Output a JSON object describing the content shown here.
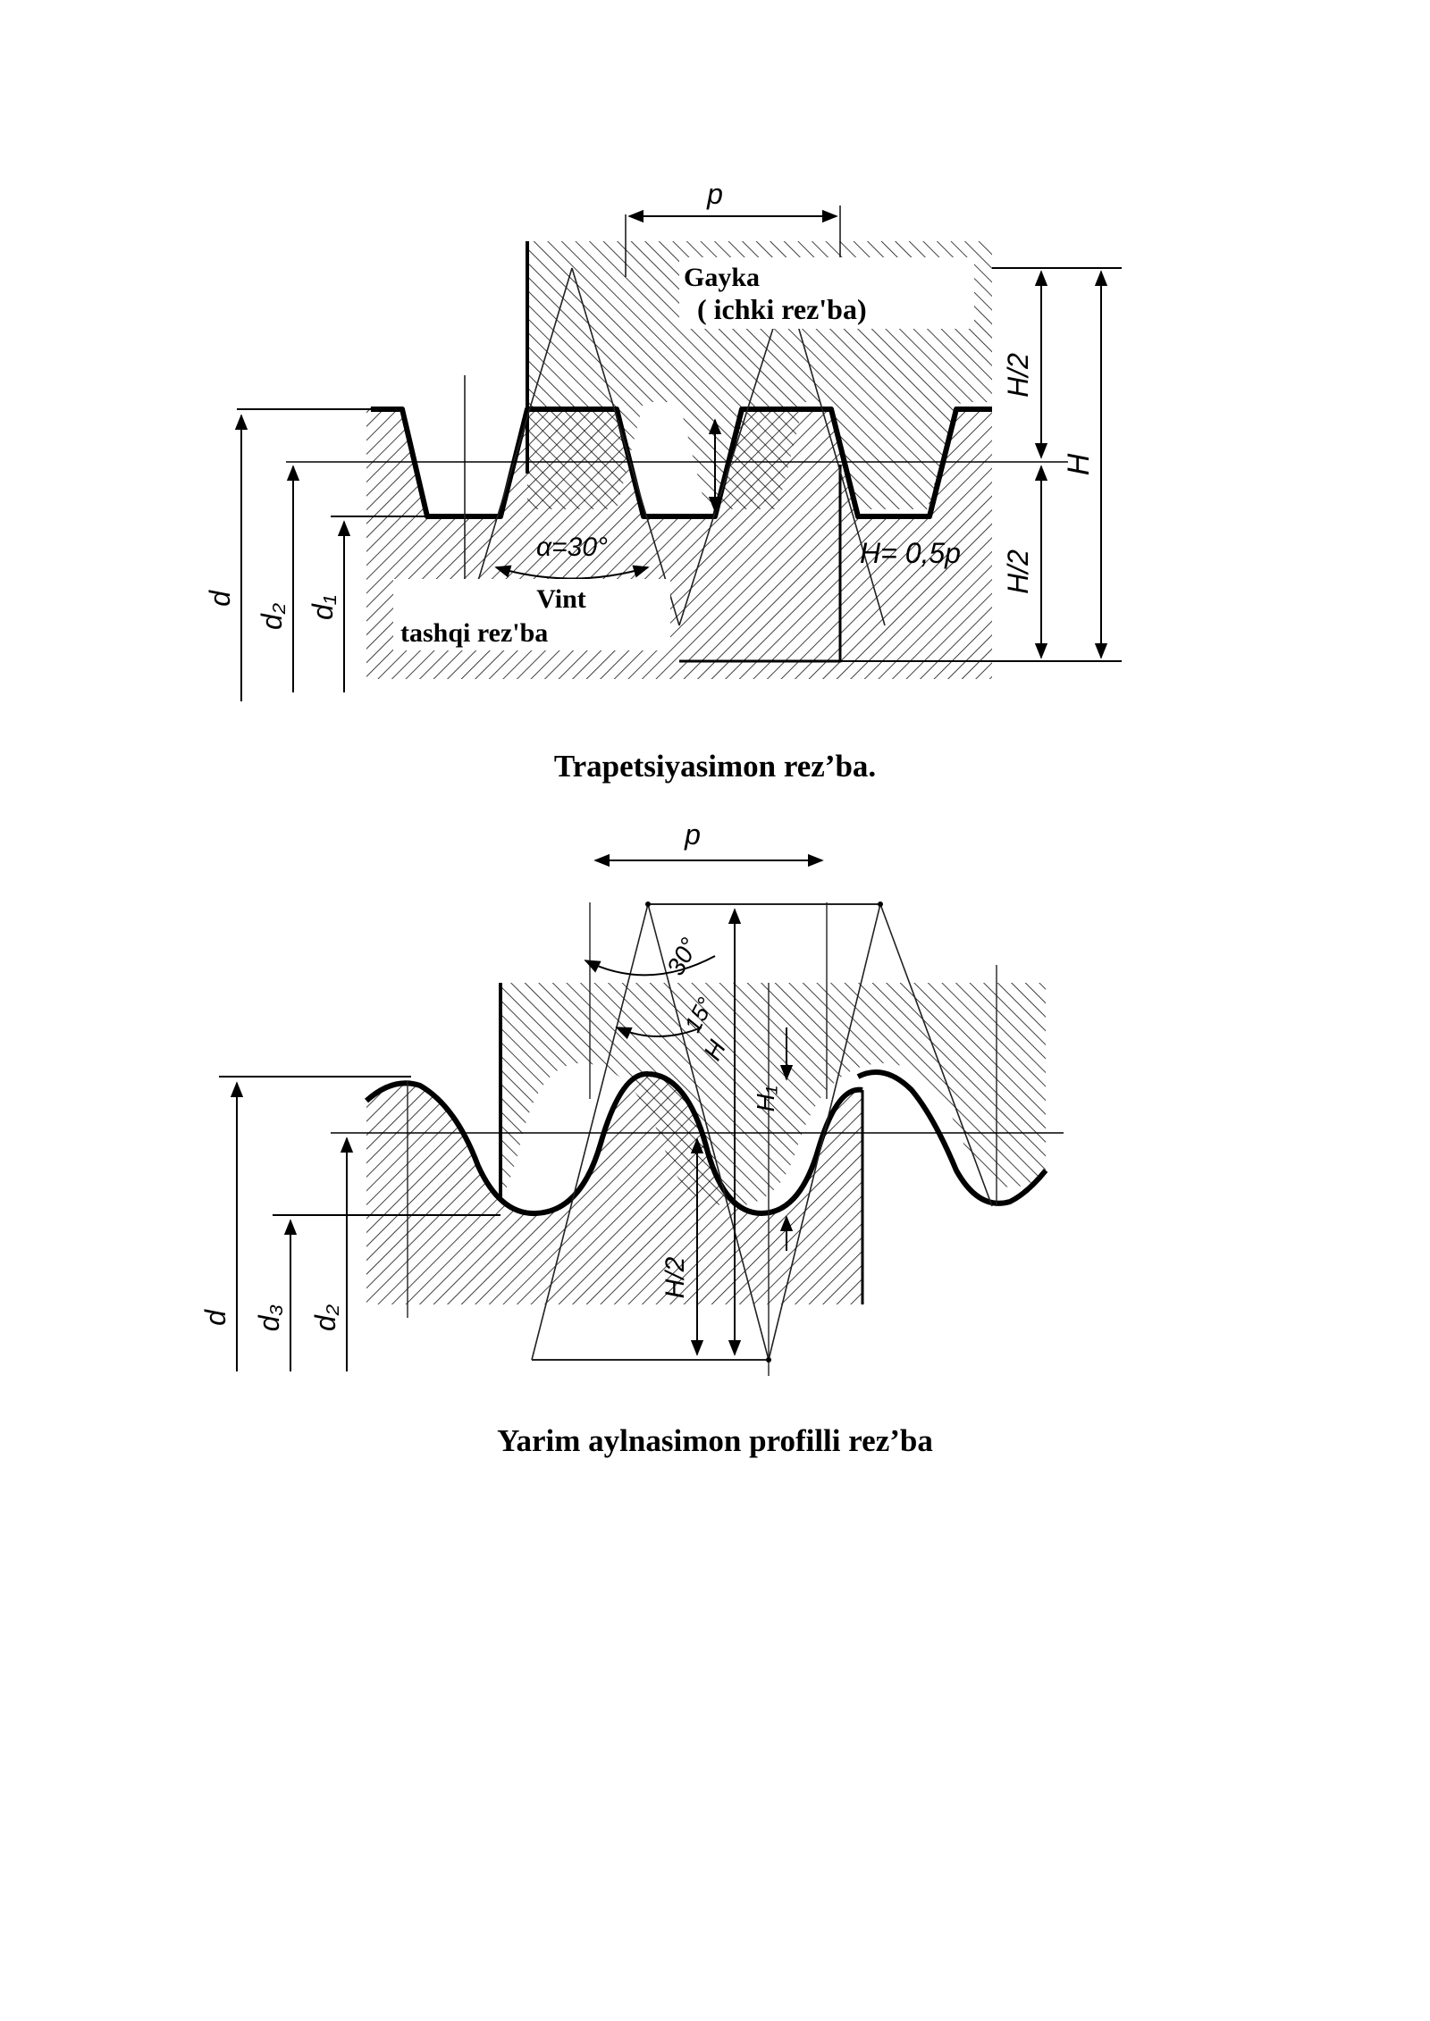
{
  "figure1": {
    "label_nut": "Gayka",
    "label_nut_sub": "( ichki rez'ba)",
    "label_screw": "Vint",
    "label_screw_sub": "tashqi rez'ba",
    "pitch": "p",
    "angle": "α=30°",
    "height_formula": "H= 0,5p",
    "half_height": "H/2",
    "height": "H",
    "diam_major": "d",
    "diam_pitch": "d₂",
    "diam_minor": "d₁"
  },
  "caption1": "Trapetsiyasimon rez’ba.",
  "figure2": {
    "pitch": "p",
    "angle": "30°",
    "half_angle": "15°",
    "height": "H",
    "height_1": "H₁",
    "half_height": "H/2",
    "diam_major": "d",
    "diam_minor": "d₃",
    "diam_pitch": "d₂"
  },
  "caption2": "Yarim aylnasimon profilli rez’ba"
}
